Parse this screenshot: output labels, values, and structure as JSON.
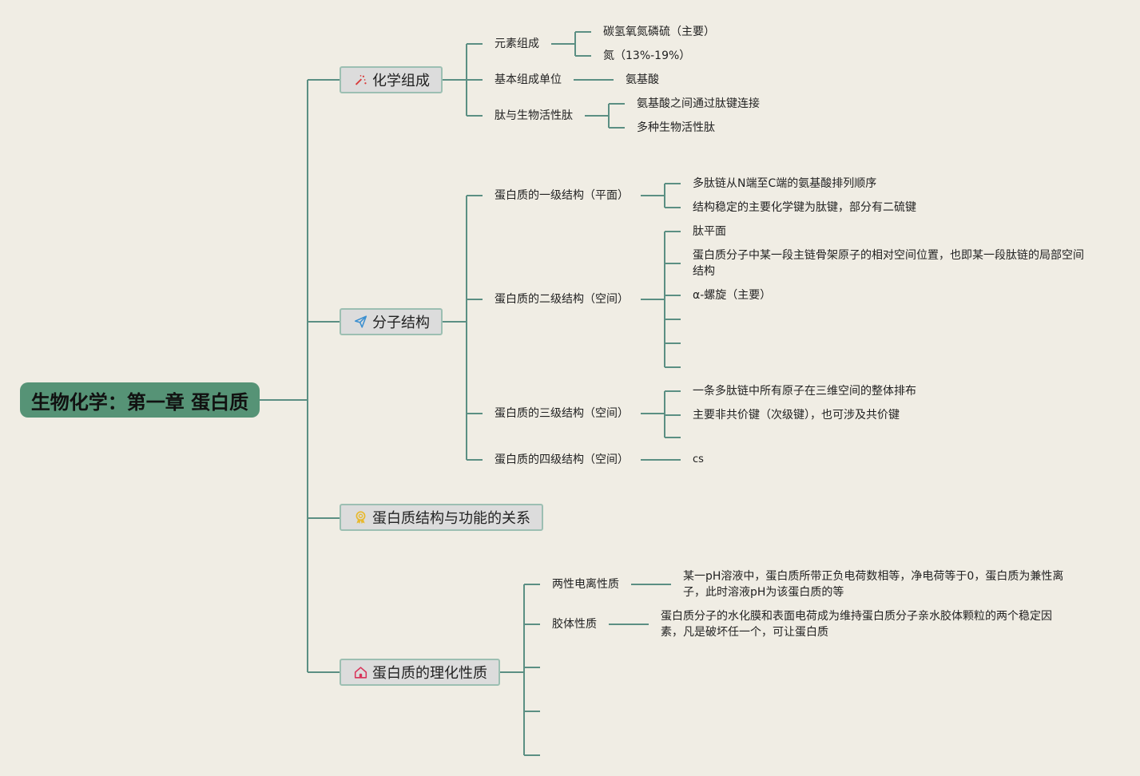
{
  "root": {
    "title": "生物化学：第一章 蛋白质"
  },
  "colors": {
    "root_bg": "#569376",
    "connector": "#5b8f83",
    "background": "#f0ede4",
    "topic_bg": "#dcdcdc",
    "topic_border": "#9cbfb2"
  },
  "topics": [
    {
      "label": "化学组成",
      "icon": "magic-wand-icon",
      "children": [
        {
          "label": "元素组成",
          "children": [
            "碳氢氧氮磷硫（主要）",
            "氮（13%-19%）"
          ]
        },
        {
          "label": "基本组成单位",
          "children": [
            "氨基酸"
          ]
        },
        {
          "label": "肽与生物活性肽",
          "children": [
            "氨基酸之间通过肽键连接",
            "多种生物活性肽"
          ]
        }
      ]
    },
    {
      "label": "分子结构",
      "icon": "paper-plane-icon",
      "children": [
        {
          "label": "蛋白质的一级结构（平面）",
          "children": [
            "多肽链从N端至C端的氨基酸排列顺序",
            "结构稳定的主要化学键为肽键，部分有二硫键"
          ]
        },
        {
          "label": "蛋白质的二级结构（空间）",
          "children": [
            "肽平面",
            "蛋白质分子中某一段主链骨架原子的相对空间位置，也即某一段肽链的局部空间结构",
            "α-螺旋（主要）",
            "",
            "",
            ""
          ]
        },
        {
          "label": "蛋白质的三级结构（空间）",
          "children": [
            "一条多肽链中所有原子在三维空间的整体排布",
            "主要非共价键（次级键），也可涉及共价键",
            ""
          ]
        },
        {
          "label": "蛋白质的四级结构（空间）",
          "children": [
            "cs"
          ]
        }
      ]
    },
    {
      "label": "蛋白质结构与功能的关系",
      "icon": "award-badge-icon",
      "children": []
    },
    {
      "label": "蛋白质的理化性质",
      "icon": "house-icon",
      "children": [
        {
          "label": "两性电离性质",
          "children": [
            "某一pH溶液中，蛋白质所带正负电荷数相等，净电荷等于0，蛋白质为兼性离子，此时溶液pH为该蛋白质的等"
          ]
        },
        {
          "label": "胶体性质",
          "children": [
            "蛋白质分子的水化膜和表面电荷成为维持蛋白质分子亲水胶体颗粒的两个稳定因素，凡是破坏任一个，可让蛋白质"
          ]
        },
        {
          "label": "",
          "children": []
        },
        {
          "label": "",
          "children": []
        },
        {
          "label": "",
          "children": []
        }
      ]
    }
  ]
}
